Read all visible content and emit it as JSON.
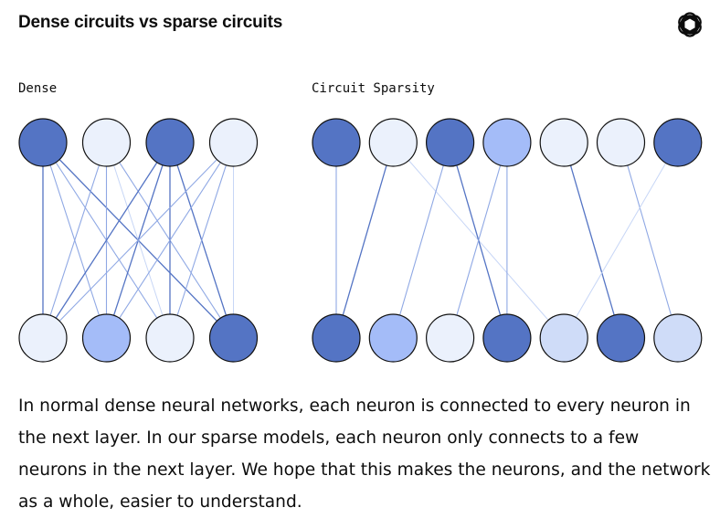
{
  "title": "Dense circuits vs sparse circuits",
  "logo_icon": "openai-logo-icon",
  "description": "In normal dense neural networks, each neuron is connected to every neuron in the next layer. In our sparse models, each neuron only connects to a few neurons in the next layer. We hope that this makes the neurons, and the network as a whole, easier to understand.",
  "colors": {
    "dark": "#5474c4",
    "mid": "#a4bcf8",
    "light": "#cfdcf8",
    "pale": "#ebf1fc",
    "node_stroke": "#111111",
    "edge_strong": "#5474c4",
    "edge_medium": "#8fa8e4",
    "edge_faint": "#c7d6f6"
  },
  "panels": [
    {
      "label": "Dense",
      "top_nodes": [
        "dark",
        "pale",
        "dark",
        "pale"
      ],
      "bottom_nodes": [
        "pale",
        "mid",
        "pale",
        "dark"
      ],
      "edges": [
        {
          "from": 0,
          "to": 0,
          "w": "strong"
        },
        {
          "from": 0,
          "to": 1,
          "w": "medium"
        },
        {
          "from": 0,
          "to": 2,
          "w": "medium"
        },
        {
          "from": 0,
          "to": 3,
          "w": "strong"
        },
        {
          "from": 1,
          "to": 0,
          "w": "medium"
        },
        {
          "from": 1,
          "to": 1,
          "w": "medium"
        },
        {
          "from": 1,
          "to": 2,
          "w": "faint"
        },
        {
          "from": 1,
          "to": 3,
          "w": "medium"
        },
        {
          "from": 2,
          "to": 0,
          "w": "strong"
        },
        {
          "from": 2,
          "to": 1,
          "w": "strong"
        },
        {
          "from": 2,
          "to": 2,
          "w": "strong"
        },
        {
          "from": 2,
          "to": 3,
          "w": "strong"
        },
        {
          "from": 3,
          "to": 0,
          "w": "medium"
        },
        {
          "from": 3,
          "to": 1,
          "w": "medium"
        },
        {
          "from": 3,
          "to": 2,
          "w": "medium"
        },
        {
          "from": 3,
          "to": 3,
          "w": "faint"
        }
      ]
    },
    {
      "label": "Circuit Sparsity",
      "top_nodes": [
        "dark",
        "pale",
        "dark",
        "mid",
        "pale",
        "pale",
        "dark"
      ],
      "bottom_nodes": [
        "dark",
        "mid",
        "pale",
        "dark",
        "light",
        "dark",
        "light"
      ],
      "edges": [
        {
          "from": 0,
          "to": 0,
          "w": "medium"
        },
        {
          "from": 1,
          "to": 0,
          "w": "strong"
        },
        {
          "from": 1,
          "to": 4,
          "w": "faint"
        },
        {
          "from": 2,
          "to": 1,
          "w": "medium"
        },
        {
          "from": 2,
          "to": 3,
          "w": "strong"
        },
        {
          "from": 3,
          "to": 2,
          "w": "medium"
        },
        {
          "from": 3,
          "to": 3,
          "w": "medium"
        },
        {
          "from": 4,
          "to": 5,
          "w": "strong"
        },
        {
          "from": 5,
          "to": 6,
          "w": "medium"
        },
        {
          "from": 6,
          "to": 4,
          "w": "faint"
        }
      ]
    }
  ]
}
